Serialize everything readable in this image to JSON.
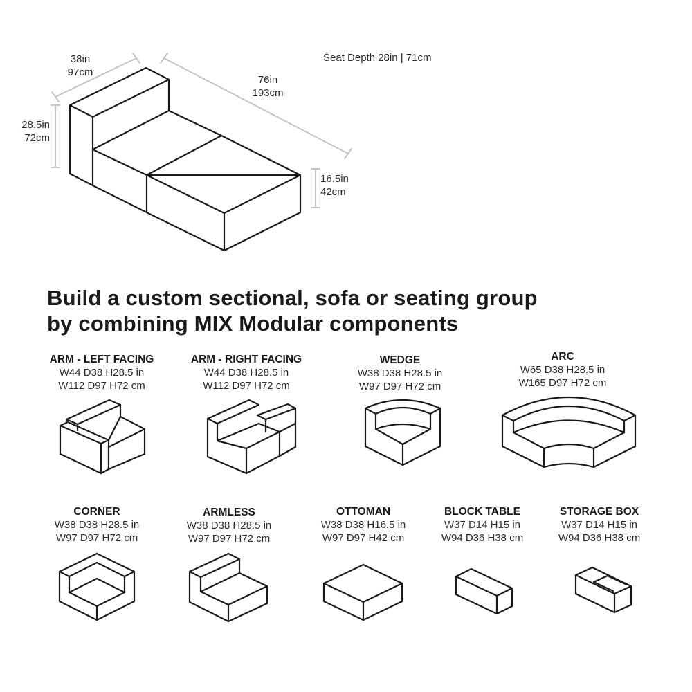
{
  "hero": {
    "seat_depth": "Seat Depth 28in | 71cm",
    "width_in": "38in",
    "width_cm": "97cm",
    "length_in": "76in",
    "length_cm": "193cm",
    "height_in": "28.5in",
    "height_cm": "72cm",
    "seat_height_in": "16.5in",
    "seat_height_cm": "42cm"
  },
  "headline": {
    "line1": "Build a custom sectional, sofa or seating group",
    "line2": "by combining MIX Modular components"
  },
  "components": [
    {
      "name": "ARM - LEFT FACING",
      "spec_in": "W44 D38 H28.5 in",
      "spec_cm": "W112 D97 H72 cm",
      "icon": "arm-left-facing-icon"
    },
    {
      "name": "ARM - RIGHT FACING",
      "spec_in": "W44 D38 H28.5 in",
      "spec_cm": "W112 D97 H72 cm",
      "icon": "arm-right-facing-icon"
    },
    {
      "name": "WEDGE",
      "spec_in": "W38 D38 H28.5 in",
      "spec_cm": "W97 D97 H72 cm",
      "icon": "wedge-icon"
    },
    {
      "name": "ARC",
      "spec_in": "W65 D38 H28.5 in",
      "spec_cm": "W165 D97 H72 cm",
      "icon": "arc-icon"
    },
    {
      "name": "CORNER",
      "spec_in": "W38 D38 H28.5 in",
      "spec_cm": "W97 D97 H72 cm",
      "icon": "corner-icon"
    },
    {
      "name": "ARMLESS",
      "spec_in": "W38 D38 H28.5 in",
      "spec_cm": "W97 D97 H72 cm",
      "icon": "armless-icon"
    },
    {
      "name": "OTTOMAN",
      "spec_in": "W38 D38 H16.5 in",
      "spec_cm": "W97 D97 H42 cm",
      "icon": "ottoman-icon"
    },
    {
      "name": "BLOCK TABLE",
      "spec_in": "W37 D14 H15 in",
      "spec_cm": "W94 D36 H38 cm",
      "icon": "block-table-icon"
    },
    {
      "name": "STORAGE BOX",
      "spec_in": "W37 D14 H15 in",
      "spec_cm": "W94 D36 H38 cm",
      "icon": "storage-box-icon"
    }
  ]
}
